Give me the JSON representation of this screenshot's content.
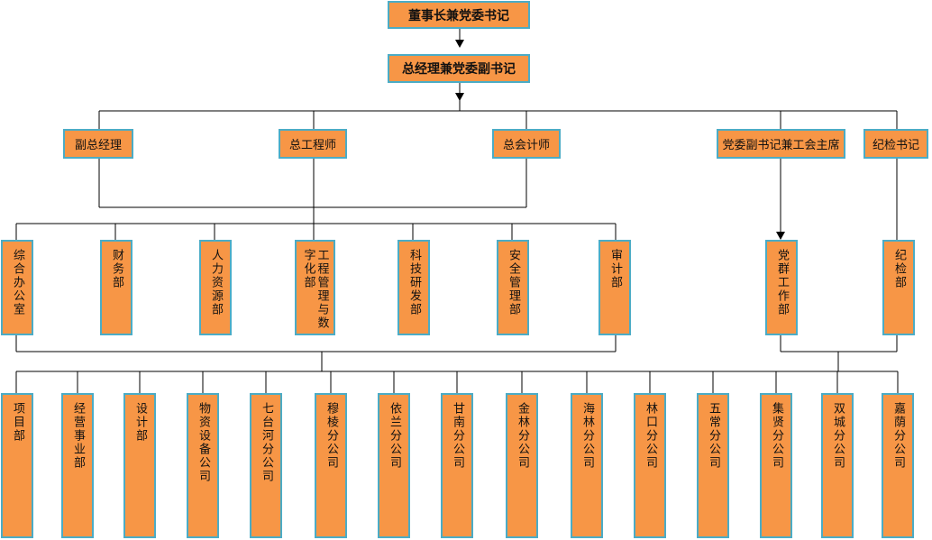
{
  "top": {
    "chairman": "董事长兼党委书记",
    "gm": "总经理兼党委副书记"
  },
  "leaders": [
    "副总经理",
    "总工程师",
    "总会计师",
    "党委副书记兼工会主席",
    "纪检书记"
  ],
  "departments": [
    "综合办公室",
    "财务部",
    "人力资源部",
    "工程管理与数字化部",
    "科技研发部",
    "安全管理部",
    "审计部"
  ],
  "party_departments": [
    "党群工作部",
    "纪检部"
  ],
  "units": [
    "项目部",
    "经营事业部",
    "设计部",
    "物资设备公司",
    "七台河分公司",
    "穆棱分公司",
    "依兰分公司",
    "甘南分公司",
    "金林分公司",
    "海林分公司",
    "林口分公司",
    "五常分公司",
    "集贤分公司",
    "双城分公司",
    "嘉荫分公司"
  ],
  "colors": {
    "box_fill": "#f79646",
    "box_border": "#4bacc6",
    "line": "#000000"
  }
}
